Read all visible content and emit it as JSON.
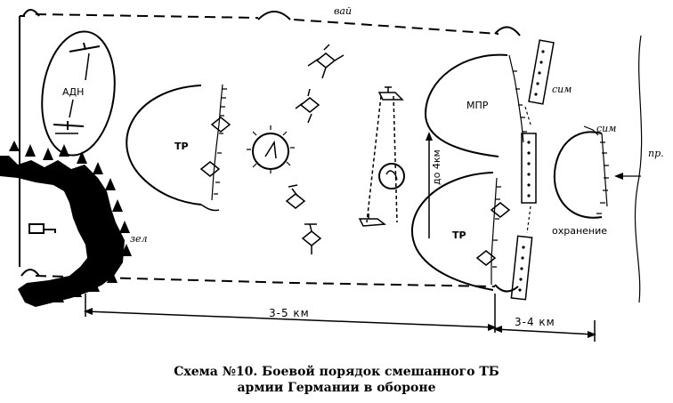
{
  "labels": {
    "top_edge": "вай",
    "artillery_division": "АДН",
    "tank_company_1": "ТР",
    "tank_company_2": "ТР",
    "mech_company": "МПР",
    "distance_depth": "до 4км",
    "forest_marker": "зел",
    "mines_top": "сим",
    "mines_right": "сим",
    "security_zone": "охранение",
    "river_marker": "пр."
  },
  "scale": {
    "main_depth": "3-5 км",
    "security_depth": "3-4 км"
  },
  "caption": {
    "line1": "Схема №10. Боевой порядок смешанного ТБ",
    "line2": "армии Германии в обороне"
  }
}
